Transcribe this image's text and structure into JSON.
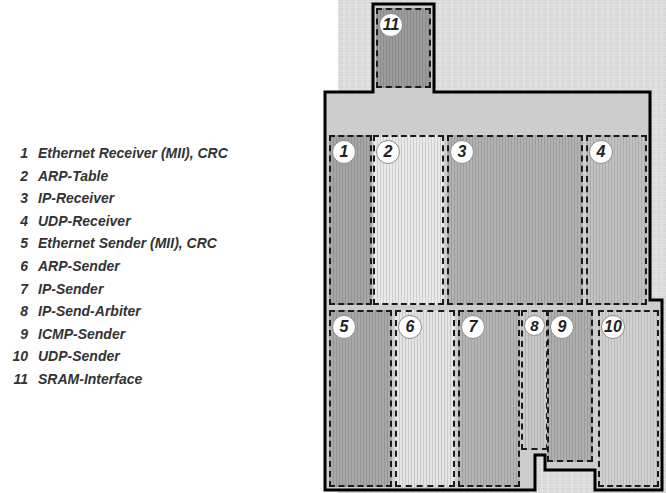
{
  "diagram": {
    "nodes": [
      {
        "text": [
          "11"
        ]
      },
      {
        "text": [
          "1"
        ]
      },
      {
        "text": [
          "2"
        ]
      },
      {
        "text": [
          "3"
        ]
      },
      {
        "text": [
          "4"
        ]
      },
      {
        "text": [
          "5"
        ]
      },
      {
        "text": [
          "6"
        ]
      },
      {
        "text": [
          "7"
        ]
      },
      {
        "text": [
          "8"
        ]
      },
      {
        "text": [
          "9"
        ]
      },
      {
        "text": [
          "10"
        ]
      }
    ],
    "labels": [
      "1",
      "Ethernet Receiver (MII), CRC",
      "2",
      "ARP-Table",
      "3",
      "IP-Receiver",
      "4",
      "UDP-Receiver",
      "5",
      "Ethernet Sender (MII), CRC",
      "6",
      "ARP-Sender",
      "7",
      "IP-Sender",
      "8",
      "IP-Send-Arbiter",
      "9",
      "ICMP-Sender",
      "10",
      "UDP-Sender",
      "11",
      "SRAM-Interface"
    ]
  }
}
